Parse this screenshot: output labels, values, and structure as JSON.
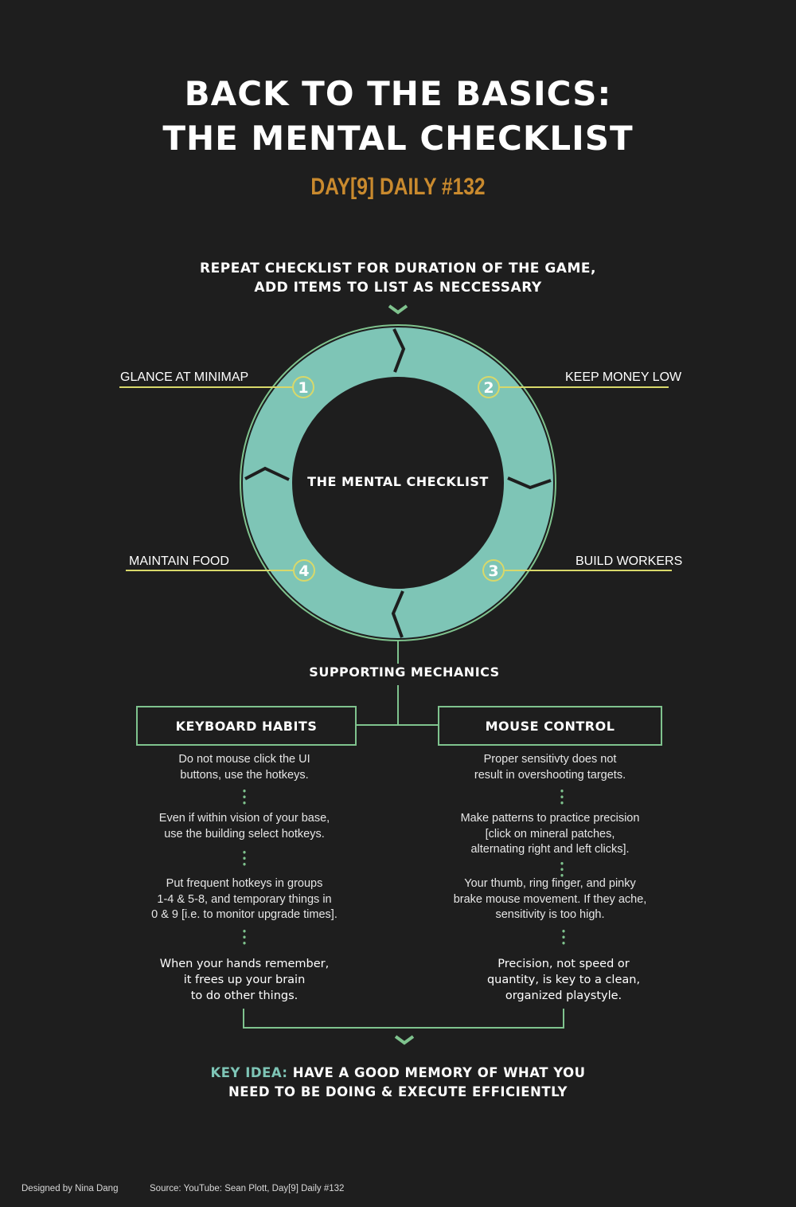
{
  "title": {
    "line1": "BACK TO THE BASICS:",
    "line2": "THE MENTAL CHECKLIST"
  },
  "subtitle": "DAY[9] DAILY #132",
  "repeat_note": {
    "line1": "REPEAT CHECKLIST FOR DURATION OF THE GAME,",
    "line2": "ADD ITEMS TO LIST AS NECCESSARY"
  },
  "cycle": {
    "center_label": "THE MENTAL CHECKLIST",
    "steps": [
      {
        "number": "1",
        "label": "GLANCE AT MINIMAP"
      },
      {
        "number": "2",
        "label": "KEEP MONEY LOW"
      },
      {
        "number": "3",
        "label": "BUILD WORKERS"
      },
      {
        "number": "4",
        "label": "MAINTAIN FOOD"
      }
    ]
  },
  "supporting_label": "SUPPORTING MECHANICS",
  "keyboard": {
    "title": "KEYBOARD HABITS",
    "tips": [
      [
        "Do not mouse click the UI",
        "buttons, use the hotkeys."
      ],
      [
        "Even if within vision of your base,",
        "use the building select hotkeys."
      ],
      [
        "Put frequent hotkeys in groups",
        "1-4 & 5-8, and temporary things in",
        "0 & 9 [i.e. to monitor upgrade times]."
      ]
    ],
    "summary": [
      "When your hands remember,",
      "it frees up your brain",
      "to do other things."
    ]
  },
  "mouse": {
    "title": "MOUSE CONTROL",
    "tips": [
      [
        "Proper sensitivty does not",
        "result in overshooting targets."
      ],
      [
        "Make patterns to practice precision",
        "[click on mineral patches,",
        "alternating right and left clicks]."
      ],
      [
        "Your thumb, ring finger, and pinky",
        "brake mouse movement. If they ache,",
        "sensitivity is too high."
      ]
    ],
    "summary": [
      "Precision, not speed or",
      "quantity, is key to a clean,",
      "organized playstyle."
    ]
  },
  "key_idea": {
    "prefix": "KEY IDEA:",
    "line1_rest": " HAVE A GOOD MEMORY OF WHAT YOU",
    "line2": "NEED TO BE DOING & EXECUTE EFFICIENTLY"
  },
  "footer": {
    "designer": "Designed by Nina Dang",
    "source": "Source: YouTube: Sean Plott, Day[9] Daily #132"
  },
  "colors": {
    "background": "#1e1e1e",
    "ring": "#7ec5b6",
    "accent_green": "#7fc38e",
    "marker_yellow": "#d8d86a",
    "subtitle_orange": "#c98a2e"
  }
}
